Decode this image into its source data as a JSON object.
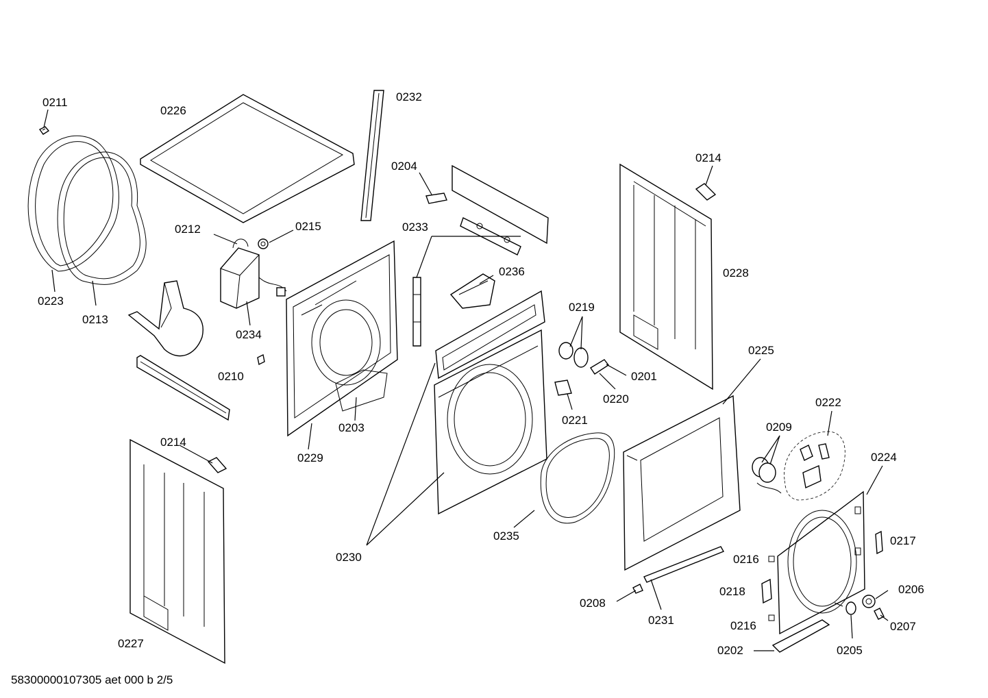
{
  "footer": "58300000107305 aet 000 b 2/5",
  "labels": {
    "l0211": "0211",
    "l0226": "0226",
    "l0232": "0232",
    "l0204": "0204",
    "l0214a": "0214",
    "l0212": "0212",
    "l0215": "0215",
    "l0233": "0233",
    "l0228": "0228",
    "l0236": "0236",
    "l0223": "0223",
    "l0213": "0213",
    "l0219": "0219",
    "l0234": "0234",
    "l0225": "0225",
    "l0201": "0201",
    "l0210": "0210",
    "l0220": "0220",
    "l0203": "0203",
    "l0221": "0221",
    "l0222": "0222",
    "l0214b": "0214",
    "l0209": "0209",
    "l0224": "0224",
    "l0229": "0229",
    "l0235": "0235",
    "l0217": "0217",
    "l0230": "0230",
    "l0216a": "0216",
    "l0206": "0206",
    "l0218": "0218",
    "l0208": "0208",
    "l0231": "0231",
    "l0207": "0207",
    "l0216b": "0216",
    "l0227": "0227",
    "l0202": "0202",
    "l0205": "0205"
  }
}
